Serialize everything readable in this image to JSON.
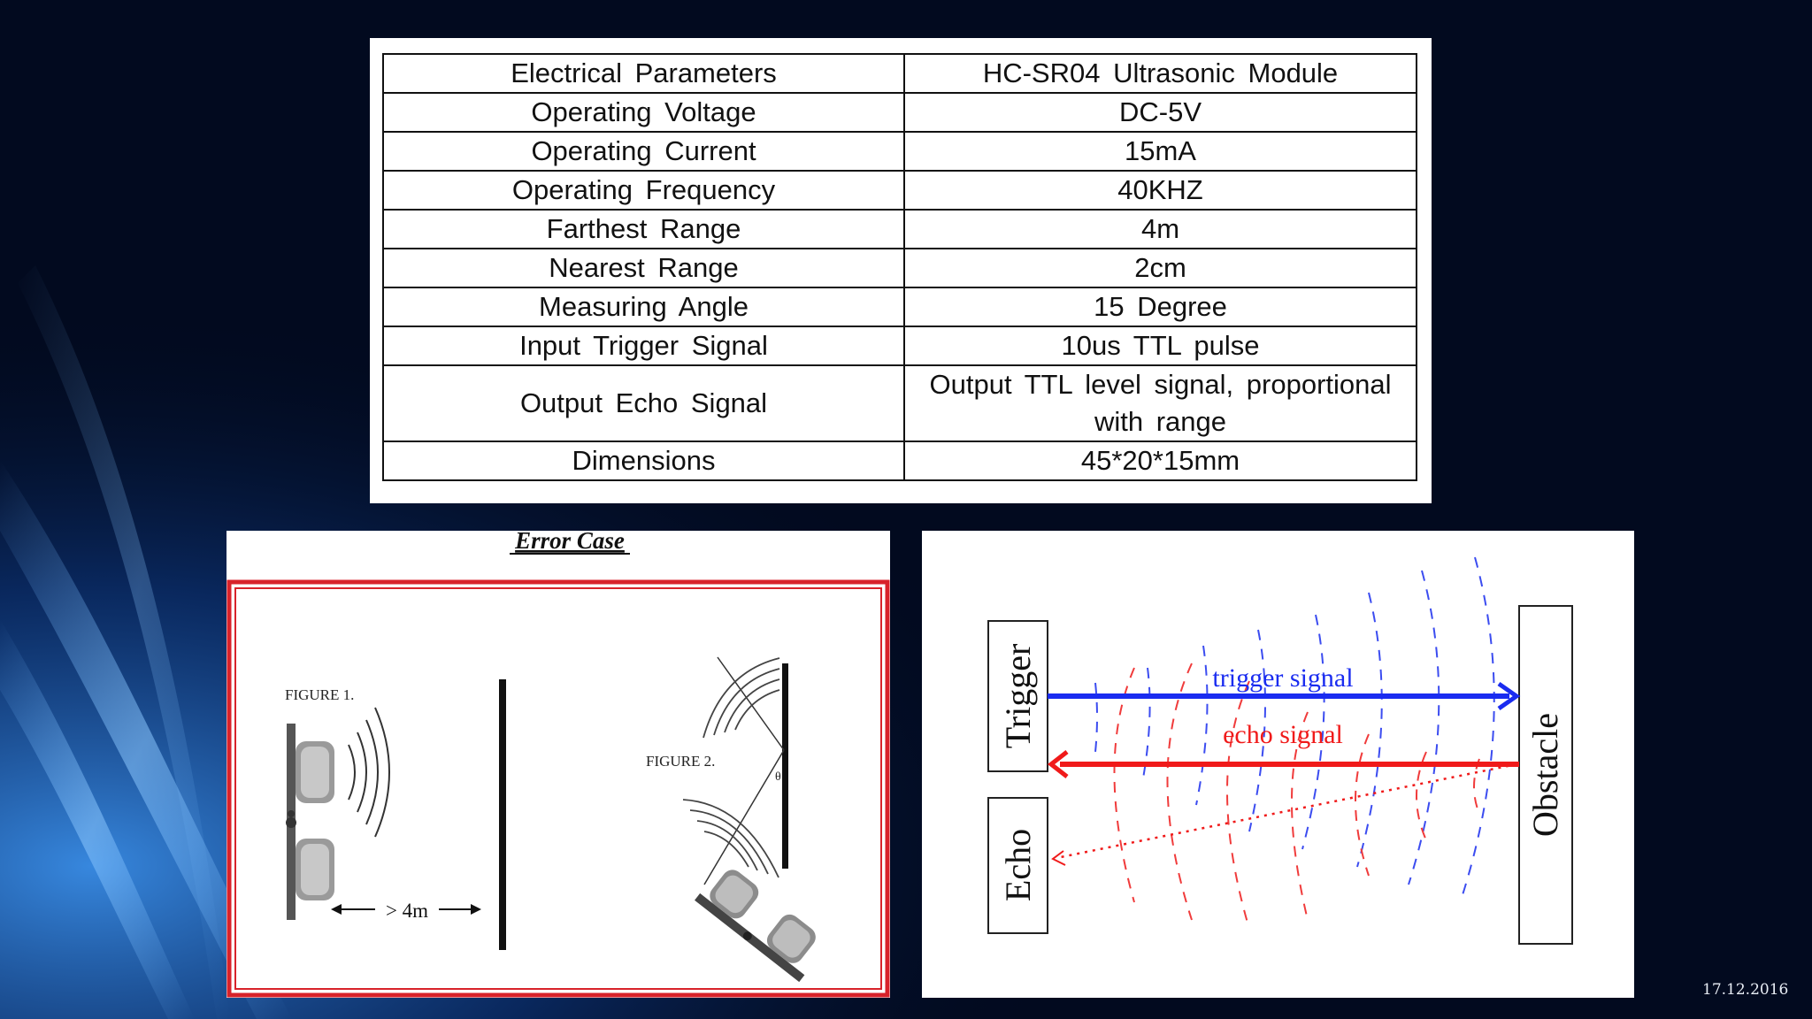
{
  "spec_table": {
    "header": [
      "Electrical    Parameters",
      "HC-SR04 Ultrasonic Module"
    ],
    "rows": [
      [
        "Operating    Voltage",
        "DC-5V"
      ],
      [
        "Operating    Current",
        "15mA"
      ],
      [
        "Operating    Frequency",
        "40KHZ"
      ],
      [
        "Farthest Range",
        "4m"
      ],
      [
        "Nearest Range",
        "2cm"
      ],
      [
        "Measuring    Angle",
        "15 Degree"
      ],
      [
        "Input Trigger Signal",
        "10us TTL pulse"
      ],
      [
        "Output Echo Signal",
        "Output TTL level signal, proportional with range"
      ],
      [
        "Dimensions",
        "45*20*15mm"
      ]
    ]
  },
  "error_case": {
    "title": "Error Case",
    "figure1_label": "FIGURE 1.",
    "figure2_label": "FIGURE 2.",
    "distance_label": "> 4m",
    "angle_label": "θ",
    "frame_color": "#d8222a"
  },
  "timing_diagram": {
    "trigger_label": "Trigger",
    "echo_label": "Echo",
    "obstacle_label": "Obstacle",
    "trigger_signal_label": "trigger signal",
    "echo_signal_label": "echo signal",
    "trigger_color": "#1a2cf0",
    "echo_color": "#f01a1a"
  },
  "slide_date": "17.12.2016"
}
